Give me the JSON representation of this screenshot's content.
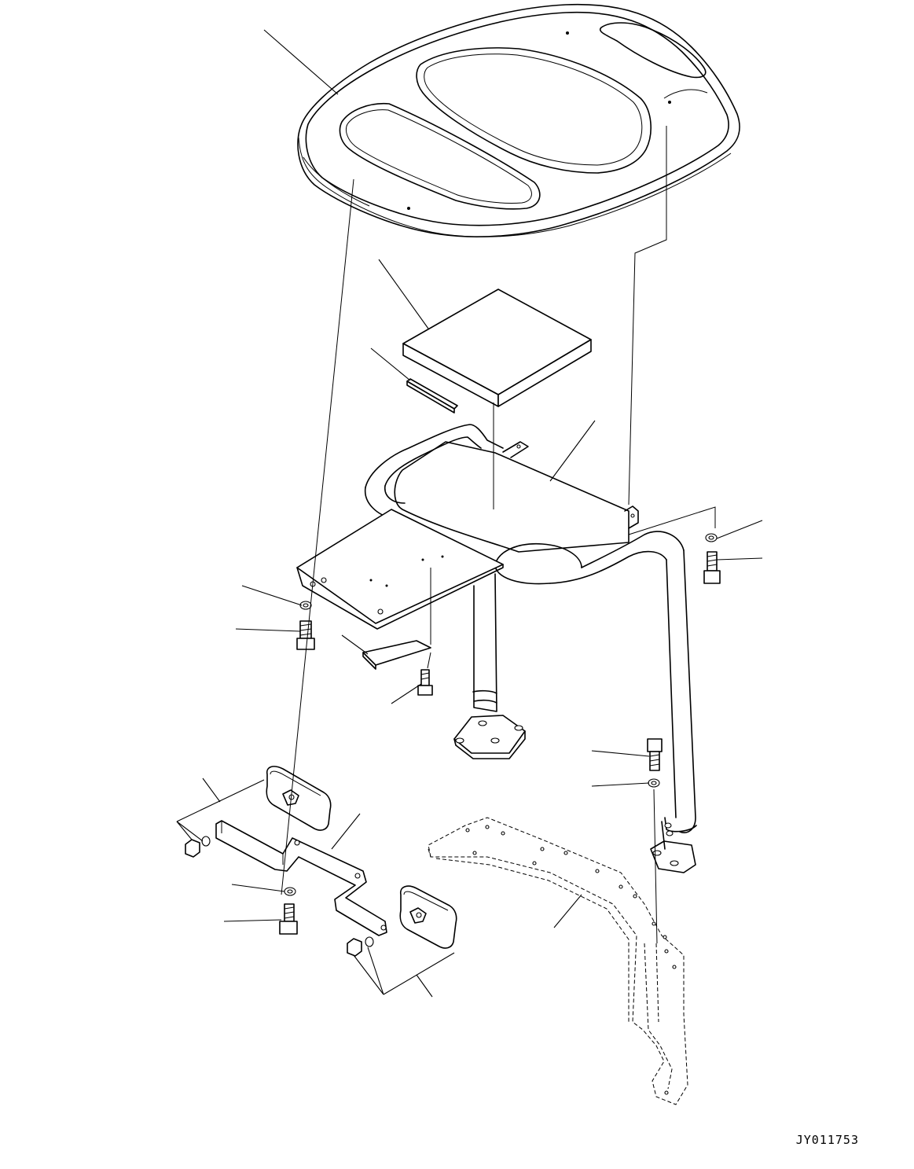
{
  "drawing": {
    "code": "JY011753",
    "parts": [
      "canopy-roof",
      "roof-insulation-pad",
      "seal-strip",
      "canopy-frame",
      "floor-plate",
      "label-plate",
      "washer",
      "bolt",
      "mirror-left",
      "mirror-right",
      "mirror-stay",
      "nut",
      "mounting-frame"
    ]
  }
}
